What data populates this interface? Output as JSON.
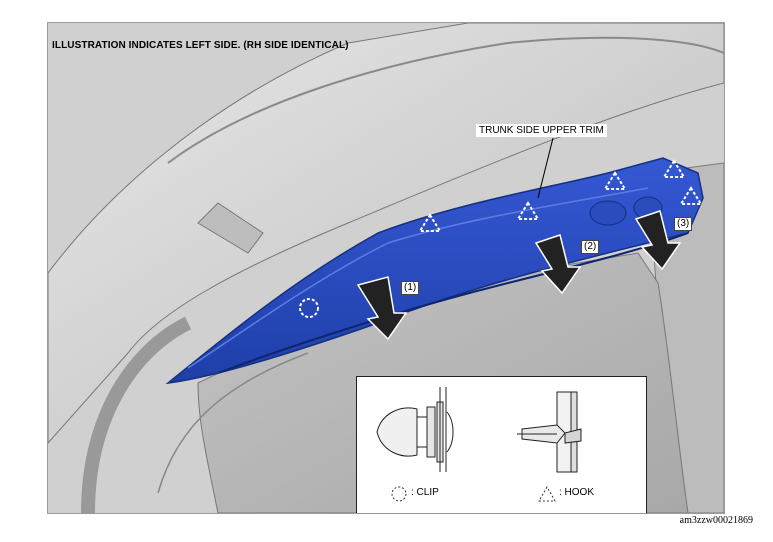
{
  "heading": "ILLUSTRATION INDICATES LEFT SIDE. (RH SIDE IDENTICAL)",
  "callout": "TRUNK SIDE UPPER TRIM",
  "steps": [
    "(1)",
    "(2)",
    "(3)"
  ],
  "legend": {
    "clip_label": ": CLIP",
    "hook_label": ": HOOK"
  },
  "doc_code": "am3zzw00021869",
  "colors": {
    "trim_blue": "#2a50c8",
    "trim_dark": "#14307f",
    "body_grey": "#c9c9c9",
    "dark_grey": "#8a8a8a"
  }
}
